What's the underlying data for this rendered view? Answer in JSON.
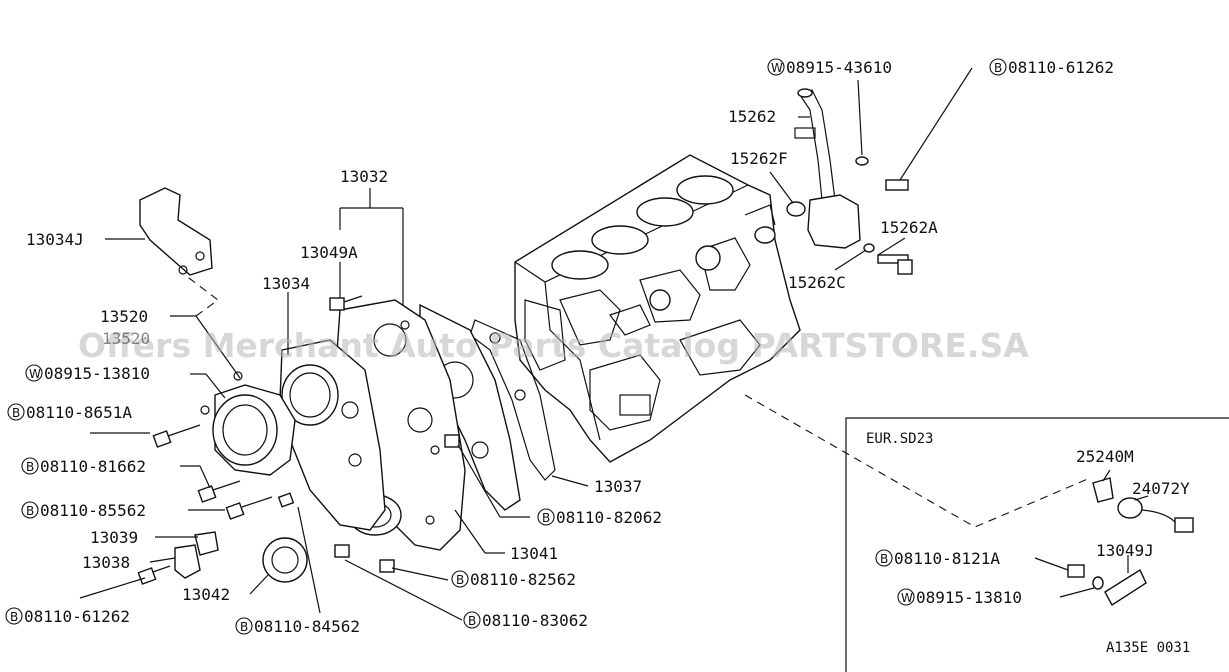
{
  "watermark": "Offers Merchant Auto Parts Catalog PARTSTORE.SA",
  "inset_title": "EUR.SD23",
  "diagram_code": "A135E 0031",
  "labels": {
    "p13032": "13032",
    "p13034J": "13034J",
    "p13049A": "13049A",
    "p13034": "13034",
    "p13520": "13520",
    "p13520b": "13520",
    "w0891513810a": "08915-13810",
    "b081108651A": "08110-8651A",
    "b0811081662": "08110-81662",
    "b0811085562": "08110-85562",
    "p13039": "13039",
    "p13038": "13038",
    "b0811061262a": "08110-61262",
    "p13042": "13042",
    "b0811084562": "08110-84562",
    "b0811083062": "08110-83062",
    "b0811082562": "08110-82562",
    "p13041": "13041",
    "b0811082062": "08110-82062",
    "p13037": "13037",
    "w0891543610": "08915-43610",
    "b0811061262b": "08110-61262",
    "p15262": "15262",
    "p15262F": "15262F",
    "p15262A": "15262A",
    "p15262C": "15262C",
    "p25240M": "25240M",
    "p24072Y": "24072Y",
    "p13049J": "13049J",
    "b081108121A": "08110-8121A",
    "w0891513810b": "08915-13810"
  },
  "prefix": {
    "bolt": "B",
    "washer": "W"
  }
}
